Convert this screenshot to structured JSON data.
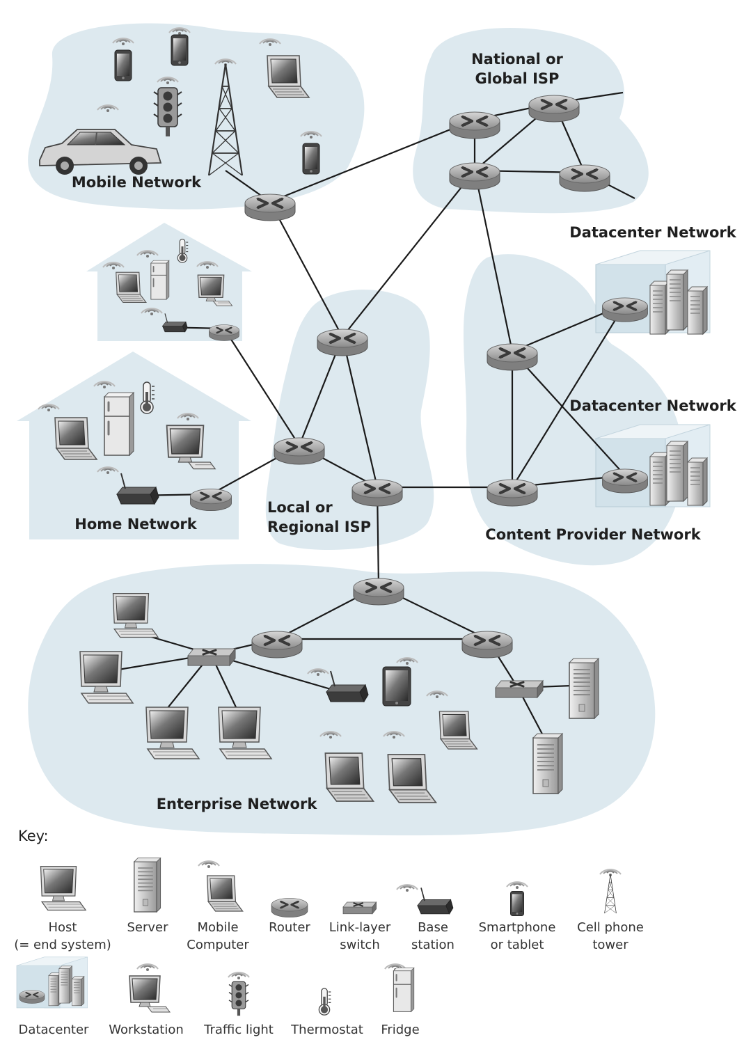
{
  "regions": {
    "mobile": "Mobile Network",
    "national_isp": [
      "National or",
      "Global ISP"
    ],
    "datacenter_top": "Datacenter Network",
    "datacenter_bottom": "Datacenter Network",
    "home": "Home Network",
    "regional_isp": [
      "Local or",
      "Regional ISP"
    ],
    "content_provider": "Content Provider Network",
    "enterprise": "Enterprise Network"
  },
  "key": {
    "title": "Key:",
    "items": {
      "host": [
        "Host",
        "(= end system)"
      ],
      "server": [
        "Server"
      ],
      "mobile_computer": [
        "Mobile",
        "Computer"
      ],
      "router": [
        "Router"
      ],
      "switch": [
        "Link-layer",
        "switch"
      ],
      "base_station": [
        "Base",
        "station"
      ],
      "smartphone": [
        "Smartphone",
        "or tablet"
      ],
      "cell_tower": [
        "Cell phone",
        "tower"
      ],
      "datacenter": [
        "Datacenter"
      ],
      "workstation": [
        "Workstation"
      ],
      "traffic_light": [
        "Traffic light"
      ],
      "thermostat": [
        "Thermostat"
      ],
      "fridge": [
        "Fridge"
      ]
    }
  },
  "colors": {
    "region_fill": "#dde9ef",
    "router_body": "#a9a9a9",
    "link": "#1a1a1a"
  }
}
